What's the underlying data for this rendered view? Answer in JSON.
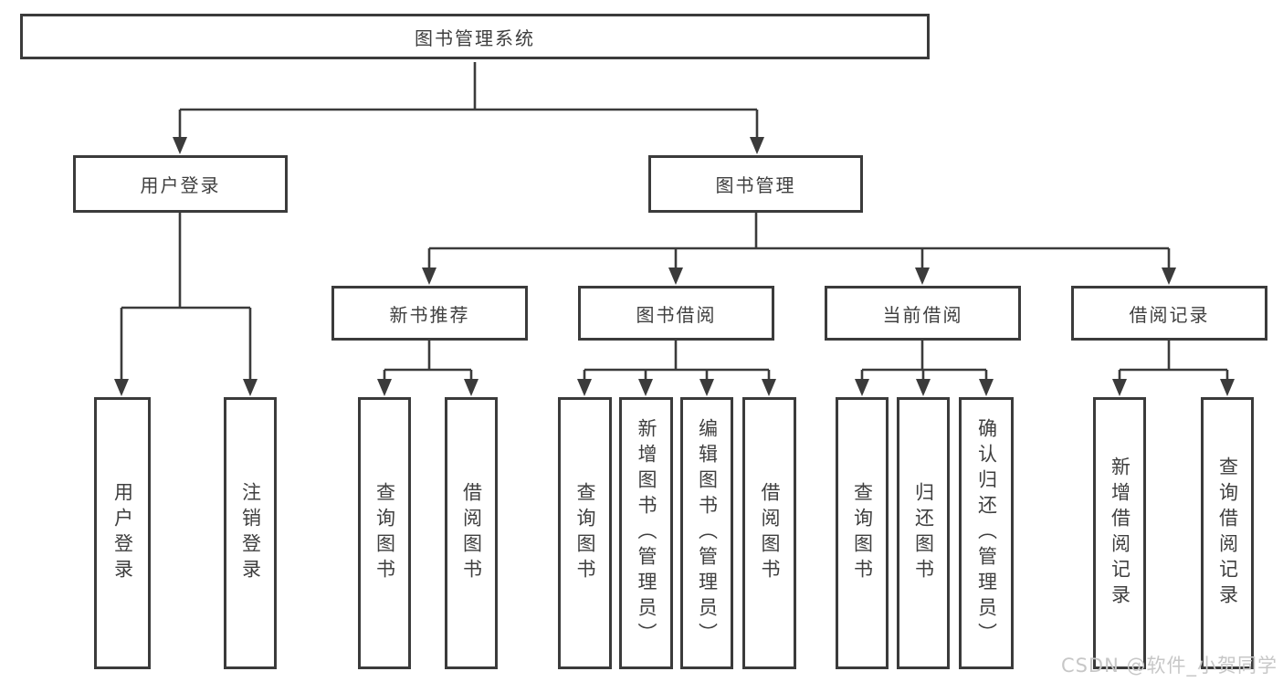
{
  "tree": {
    "root": {
      "label": "图书管理系统"
    },
    "branches": [
      {
        "label": "用户登录",
        "children": [
          {
            "label": "用户登录"
          },
          {
            "label": "注销登录"
          }
        ]
      },
      {
        "label": "图书管理",
        "groups": [
          {
            "label": "新书推荐",
            "children": [
              {
                "label": "查询图书"
              },
              {
                "label": "借阅图书"
              }
            ]
          },
          {
            "label": "图书借阅",
            "children": [
              {
                "label": "查询图书"
              },
              {
                "label": "新增图书（管理员）"
              },
              {
                "label": "编辑图书（管理员）"
              },
              {
                "label": "借阅图书"
              }
            ]
          },
          {
            "label": "当前借阅",
            "children": [
              {
                "label": "查询图书"
              },
              {
                "label": "归还图书"
              },
              {
                "label": "确认归还（管理员）"
              }
            ]
          },
          {
            "label": "借阅记录",
            "children": [
              {
                "label": "新增借阅记录"
              },
              {
                "label": "查询借阅记录"
              }
            ]
          }
        ]
      }
    ],
    "watermark": "CSDN @软件_小贺同学",
    "colors": {
      "line": "#3b3b3b",
      "text": "#3f3f3f",
      "watermark": "#c7c7c7",
      "background": "#ffffff"
    }
  }
}
